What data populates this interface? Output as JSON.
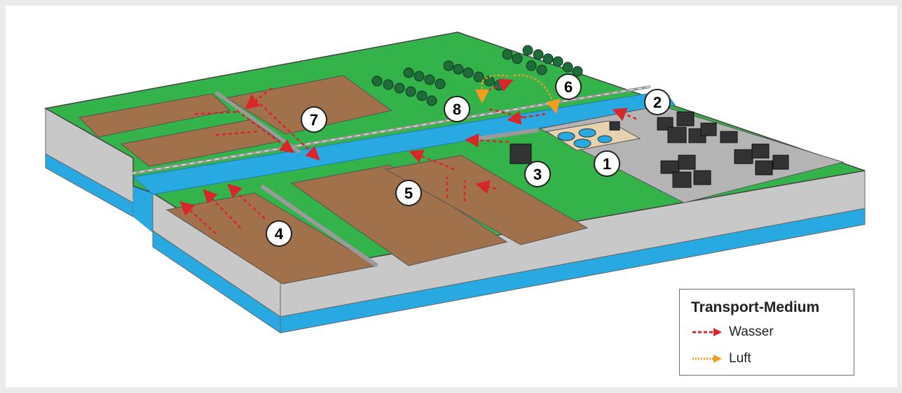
{
  "colors": {
    "background": "#ffffff",
    "grass": "#34b34a",
    "soil": "#a0714a",
    "water": "#29a9e1",
    "slab_side": "#c8c8c8",
    "city": "#b4b4b4",
    "building": "#333333",
    "water_arrow": "#d8262b",
    "air_arrow": "#f39c1f"
  },
  "markers": [
    {
      "label": "1"
    },
    {
      "label": "2"
    },
    {
      "label": "3"
    },
    {
      "label": "4"
    },
    {
      "label": "5"
    },
    {
      "label": "6"
    },
    {
      "label": "7"
    },
    {
      "label": "8"
    }
  ],
  "legend": {
    "title": "Transport-Medium",
    "items": [
      {
        "label": "Wasser",
        "medium": "water",
        "color": "#d8262b"
      },
      {
        "label": "Luft",
        "medium": "air",
        "color": "#f39c1f"
      }
    ]
  }
}
